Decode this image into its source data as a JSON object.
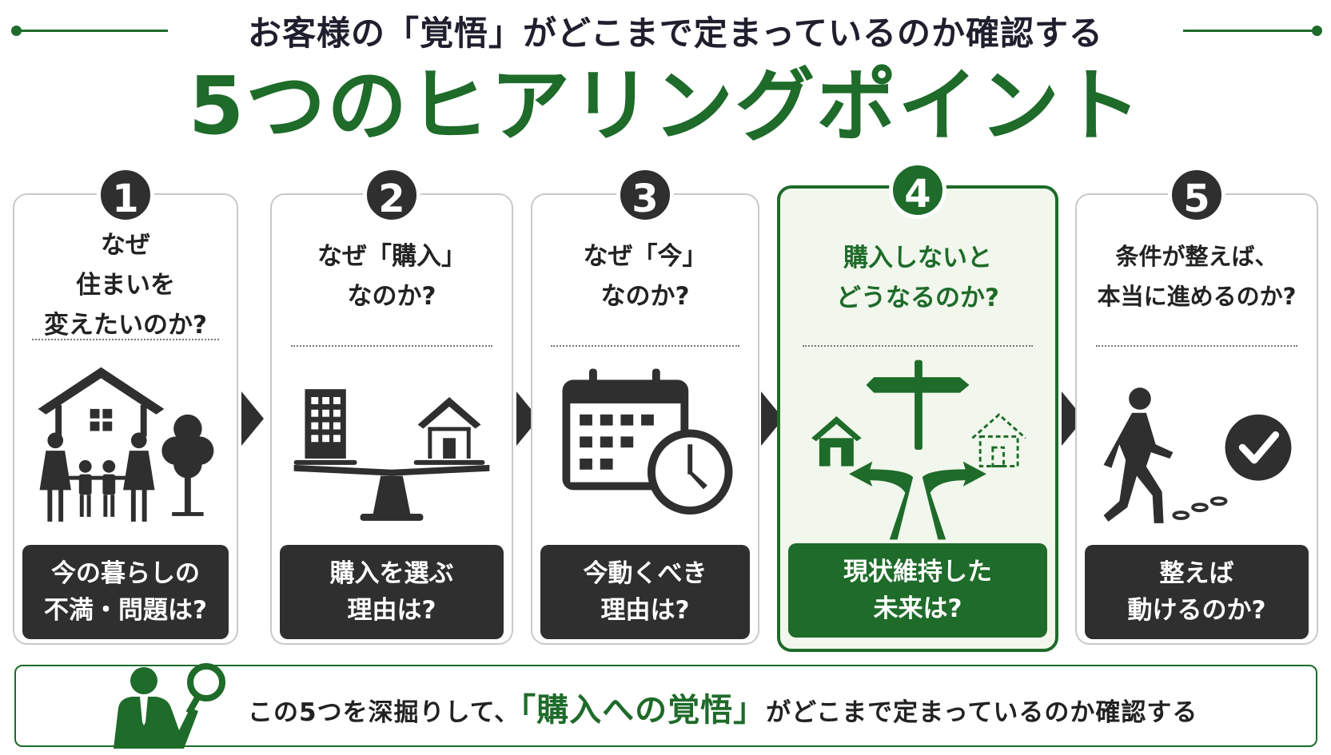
{
  "header": {
    "subtitle": "お客様の「覚悟」がどこまで定まっているのか確認する",
    "title": "5つのヒアリングポイント"
  },
  "colors": {
    "accent": "#1e6b2a",
    "dark": "#2f2f2f",
    "highlight_bg": "#f1f7ec"
  },
  "cards": [
    {
      "number": "1",
      "question_lines": [
        "なぜ",
        "住まいを",
        "変えたいのか?"
      ],
      "icon": "family-house-icon",
      "answer_lines": [
        "今の暮らしの",
        "不満・問題は?"
      ]
    },
    {
      "number": "2",
      "question_lines": [
        "なぜ「購入」",
        "なのか?"
      ],
      "icon": "balance-scale-building-house-icon",
      "answer_lines": [
        "購入を選ぶ",
        "理由は?"
      ]
    },
    {
      "number": "3",
      "question_lines": [
        "なぜ「今」",
        "なのか?"
      ],
      "icon": "calendar-clock-icon",
      "answer_lines": [
        "今動くべき",
        "理由は?"
      ]
    },
    {
      "number": "4",
      "highlighted": true,
      "question_lines": [
        "購入しないと",
        "どうなるのか?"
      ],
      "icon": "crossroads-signpost-icon",
      "answer_lines": [
        "現状維持した",
        "未来は?"
      ]
    },
    {
      "number": "5",
      "question_lines": [
        "条件が整えば、",
        "本当に進めるのか?"
      ],
      "icon": "walking-person-checkmark-icon",
      "answer_lines": [
        "整えば",
        "動けるのか?"
      ]
    }
  ],
  "banner": {
    "icon": "businessman-magnifier-icon",
    "text_before": "この5つを深掘りして、",
    "text_accent": "「購入への覚悟」",
    "text_after": "がどこまで定まっているのか確認する"
  }
}
